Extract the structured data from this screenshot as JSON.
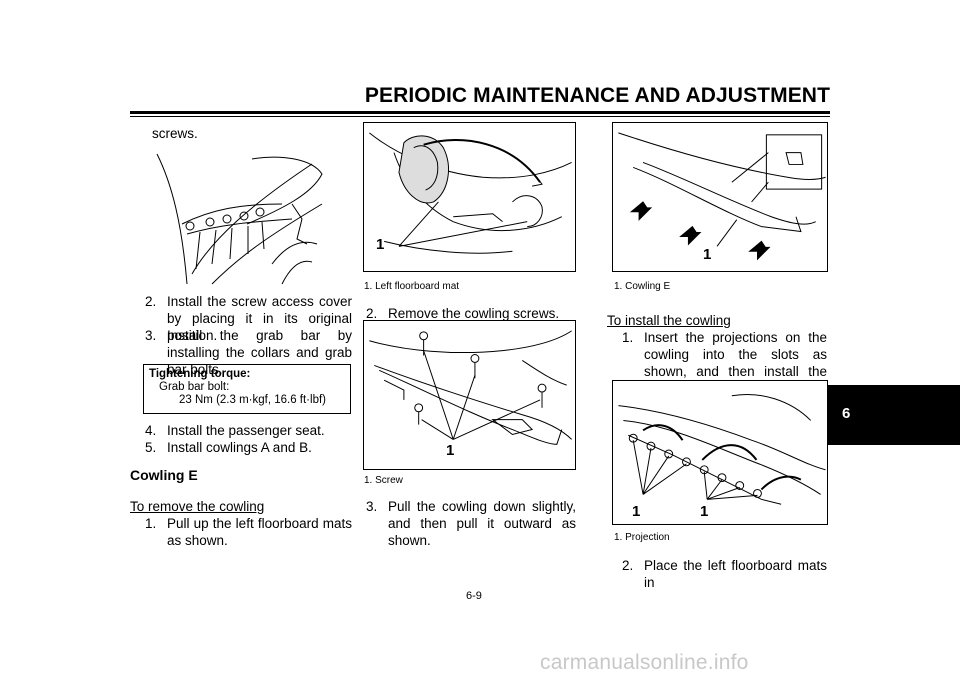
{
  "header": {
    "title": "PERIODIC MAINTENANCE AND ADJUSTMENT"
  },
  "chapter_tab": "6",
  "col1": {
    "intro": "screws.",
    "steps_a": [
      {
        "num": "2.",
        "text": "Install the screw access cover by placing it in its original position."
      },
      {
        "num": "3.",
        "text": "Install the grab bar by installing the collars and grab bar bolts."
      }
    ],
    "torque": {
      "title": "Tightening torque:",
      "item": "Grab bar bolt:",
      "value": "23 Nm (2.3 m·kgf, 16.6 ft·lbf)"
    },
    "steps_b": [
      {
        "num": "4.",
        "text": "Install the passenger seat."
      },
      {
        "num": "5.",
        "text": "Install cowlings A and B."
      }
    ],
    "section": "Cowling E",
    "subsection": "To remove the cowling",
    "steps_c": [
      {
        "num": "1.",
        "text": "Pull up the left floorboard mats as shown."
      }
    ]
  },
  "col2": {
    "fig1": {
      "label": "1",
      "caption": "1.  Left floorboard mat"
    },
    "step2": {
      "num": "2.",
      "text": "Remove the cowling screws."
    },
    "fig2": {
      "label": "1",
      "caption": "1.  Screw"
    },
    "step3": {
      "num": "3.",
      "text": "Pull the cowling down slightly, and then pull it outward as shown."
    }
  },
  "col3": {
    "fig1": {
      "label": "1",
      "caption": "1.  Cowling E"
    },
    "subsection": "To install the cowling",
    "step1": {
      "num": "1.",
      "text": "Insert the projections on the cowling into the slots as shown, and then install the screws."
    },
    "fig2": {
      "label_a": "1",
      "label_b": "1",
      "caption": "1.  Projection"
    },
    "step2": {
      "num": "2.",
      "text": "Place the left floorboard mats in"
    }
  },
  "page_number": "6-9",
  "watermark": "carmanualsonline.info"
}
